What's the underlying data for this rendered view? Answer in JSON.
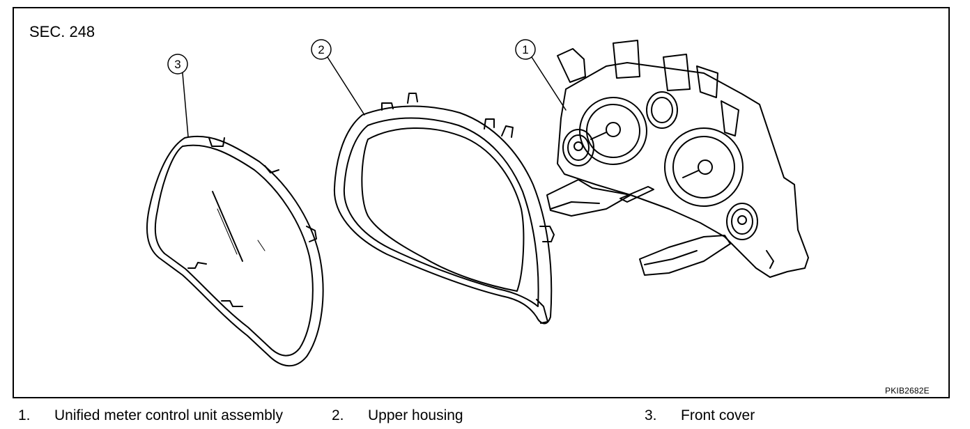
{
  "section_label": "SEC. 248",
  "figure_code": "PKIB2682E",
  "callouts": [
    {
      "number": "1"
    },
    {
      "number": "2"
    },
    {
      "number": "3"
    }
  ],
  "legend": [
    {
      "num": "1.",
      "text": "Unified meter control unit assembly"
    },
    {
      "num": "2.",
      "text": "Upper housing"
    },
    {
      "num": "3.",
      "text": "Front cover"
    }
  ]
}
